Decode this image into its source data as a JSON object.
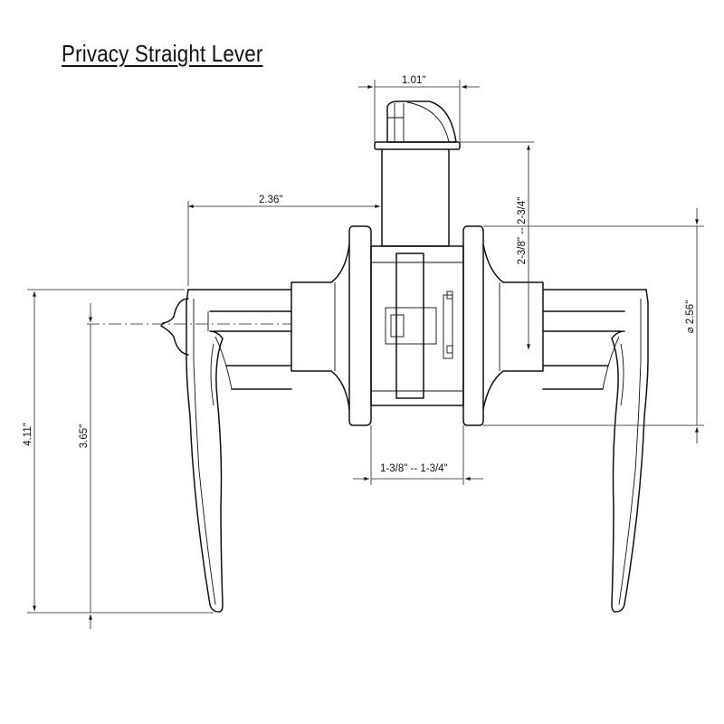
{
  "title": "Privacy Straight Lever",
  "dimensions": {
    "latch_face_width": "1.01\"",
    "lever_reach": "2.36\"",
    "backset": "2-3/8\" -- 2-3/4\"",
    "rose_diameter": "⌀ 2.56\"",
    "door_thickness": "1-3/8\" -- 1-3/4\"",
    "overall_height": "4.11\"",
    "centerline_height": "3.65\""
  }
}
